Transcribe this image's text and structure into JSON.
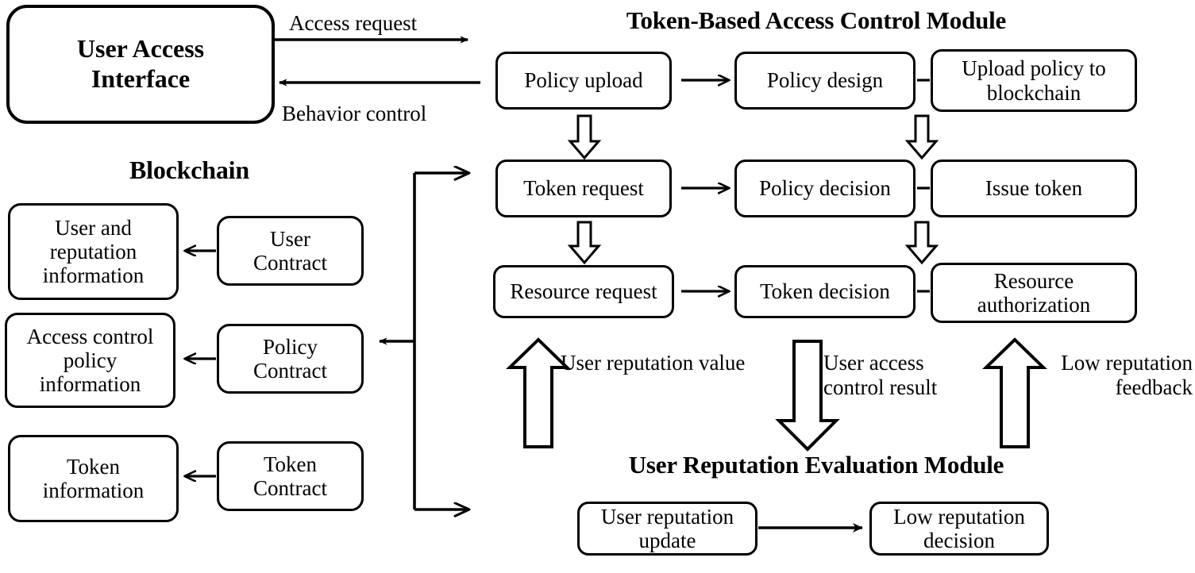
{
  "diagram": {
    "title_hidden": "Blockchain-based token access control architecture",
    "modules": {
      "user_access_interface": {
        "label": "User Access\nInterface"
      },
      "blockchain": {
        "title": "Blockchain",
        "storage_boxes": [
          {
            "label": "User and\nreputation\ninformation"
          },
          {
            "label": "Access control\npolicy\ninformation"
          },
          {
            "label": "Token\ninformation"
          }
        ],
        "contract_boxes": [
          {
            "label": "User\nContract"
          },
          {
            "label": "Policy\nContract"
          },
          {
            "label": "Token\nContract"
          }
        ]
      },
      "token_module": {
        "title": "Token-Based Access Control Module",
        "rows": [
          {
            "col1": "Policy upload",
            "col2": "Policy design",
            "col3": "Upload policy to\nblockchain"
          },
          {
            "col1": "Token request",
            "col2": "Policy decision",
            "col3": "Issue token"
          },
          {
            "col1": "Resource request",
            "col2": "Token decision",
            "col3": "Resource\nauthorization"
          }
        ]
      },
      "reputation_module": {
        "title": "User Reputation Evaluation Module",
        "boxes": [
          {
            "label": "User reputation\nupdate"
          },
          {
            "label": "Low reputation\ndecision"
          }
        ]
      }
    },
    "edge_labels": {
      "access_request": "Access request",
      "behavior_control": "Behavior control",
      "user_reputation_value": "User reputation value",
      "user_access_control_result": "User access\ncontrol result",
      "low_reputation_feedback": "Low reputation\nfeedback"
    },
    "colors": {
      "stroke": "#000000",
      "background": "#ffffff"
    }
  }
}
